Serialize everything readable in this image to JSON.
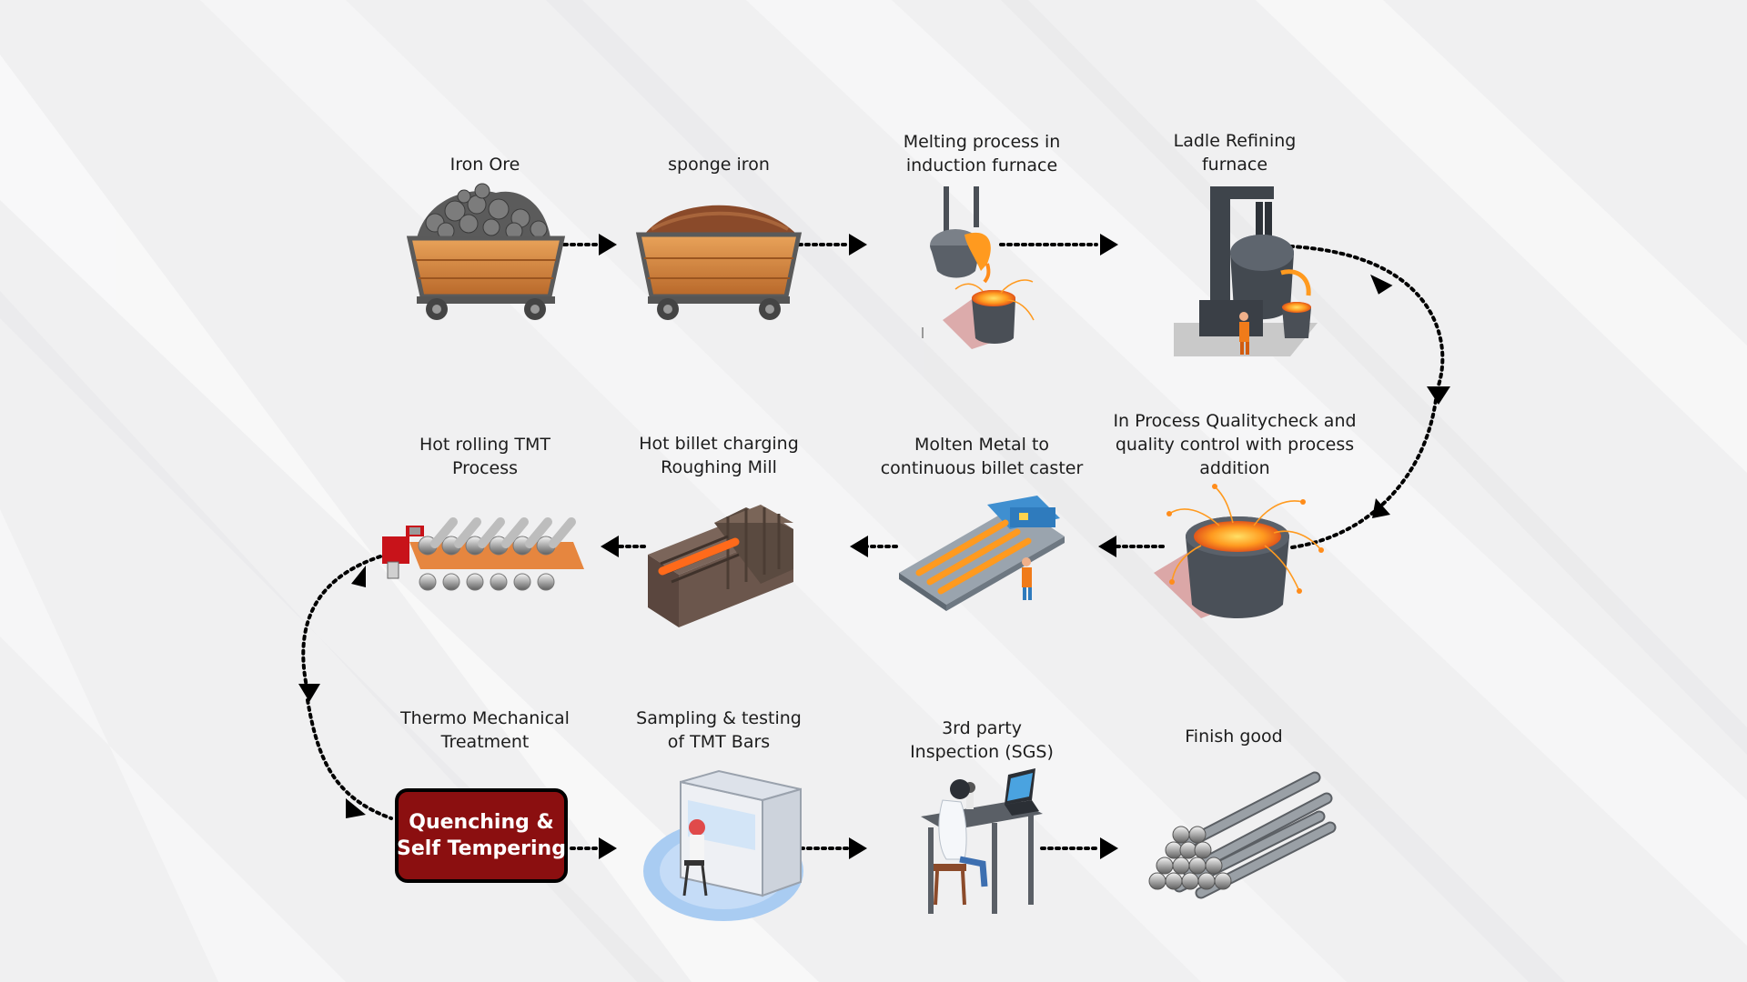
{
  "steps": [
    {
      "id": "iron-ore",
      "lines": [
        "Iron Ore"
      ],
      "icon": "ore-cart-icon"
    },
    {
      "id": "sponge-iron",
      "lines": [
        "sponge iron"
      ],
      "icon": "sponge-cart-icon"
    },
    {
      "id": "melting",
      "lines": [
        "Melting process in",
        "induction furnace"
      ],
      "icon": "induction-furnace-icon"
    },
    {
      "id": "ladle-refining",
      "lines": [
        "Ladle Refining",
        "furnace"
      ],
      "icon": "ladle-furnace-icon"
    },
    {
      "id": "quality-check",
      "lines": [
        "In Process Qualitycheck and",
        "quality control with process",
        "addition"
      ],
      "icon": "molten-crucible-icon"
    },
    {
      "id": "billet-caster",
      "lines": [
        "Molten Metal to",
        "continuous billet caster"
      ],
      "icon": "billet-caster-icon"
    },
    {
      "id": "roughing-mill",
      "lines": [
        "Hot billet charging",
        "Roughing Mill"
      ],
      "icon": "roughing-mill-icon"
    },
    {
      "id": "hot-rolling",
      "lines": [
        "Hot rolling TMT",
        "Process"
      ],
      "icon": "rolling-mill-icon"
    },
    {
      "id": "thermo-mechanical",
      "lines": [
        "Thermo Mechanical",
        "Treatment"
      ],
      "icon": "quenching-box"
    },
    {
      "id": "sampling",
      "lines": [
        "Sampling & testing",
        "of TMT Bars"
      ],
      "icon": "lab-testing-icon"
    },
    {
      "id": "inspection",
      "lines": [
        "3rd party",
        "Inspection (SGS)"
      ],
      "icon": "inspector-icon"
    },
    {
      "id": "finish-good",
      "lines": [
        "Finish good"
      ],
      "icon": "tmt-bars-icon"
    }
  ],
  "quenching_box": {
    "lines": [
      "Quenching &",
      "Self Tempering"
    ]
  },
  "colors": {
    "accent": "#8b0f10",
    "arrow": "#000000",
    "background": "#f1f1f2"
  }
}
